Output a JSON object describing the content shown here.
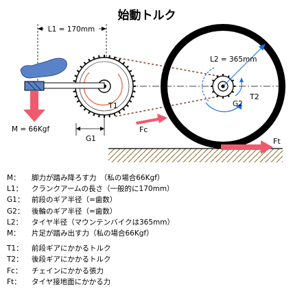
{
  "title": "始動トルク",
  "labels": {
    "l1": "L1 = 170mm",
    "l2": "L2 = 365mm",
    "mass": "M = 66Kgf",
    "g1": "G1",
    "g2": "G2",
    "t1": "T1",
    "t2": "T2",
    "fc": "Fc",
    "ft": "Ft"
  },
  "colors": {
    "force_arrow": "#f05a6e",
    "rotation_arrow": "#1e6ee0",
    "crank_red": "#e05020",
    "foot": "#5a82c8",
    "ground": "#b08a3a"
  },
  "legend": [
    {
      "sym": "M：",
      "desc": "脚力が踏み降ろす力　（私の場合66Kgf）"
    },
    {
      "sym": "L1：",
      "desc": "クランクアームの長さ（一般的に170mm）"
    },
    {
      "sym": "G1：",
      "desc": "前段のギア半径（=歯数）"
    },
    {
      "sym": "G2：",
      "desc": "後輪のギア半径（=歯数）"
    },
    {
      "sym": "L2：",
      "desc": "タイヤ半径（マウンテンバイクは365mm）"
    },
    {
      "sym": "M：",
      "desc": "片足が踏み出す力（私の場合66Kgf）"
    },
    {
      "sym": "T1：",
      "desc": "前段ギアにかかるトルク"
    },
    {
      "sym": "T2：",
      "desc": "後段ギアにかかるトルク"
    },
    {
      "sym": "Fc：",
      "desc": "チェインにかかる張力"
    },
    {
      "sym": "Ft：",
      "desc": "タイヤ接地面にかかる力"
    }
  ]
}
